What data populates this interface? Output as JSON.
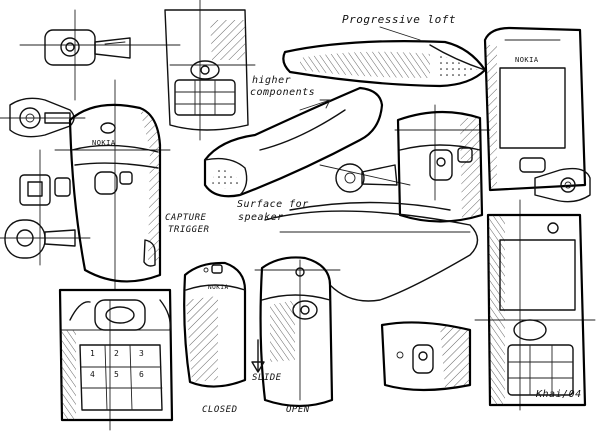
{
  "annotations": {
    "progressive_loft": "Progressive loft",
    "higher_components_1": "higher",
    "higher_components_2": "components",
    "capture_trigger_1": "CAPTURE",
    "capture_trigger_2": "TRIGGER",
    "surface_speaker_1": "Surface for",
    "surface_speaker_2": "speaker",
    "closed": "CLOSED",
    "open": "OPEN",
    "slide": "SLIDE",
    "signature": "Khai/04"
  },
  "brand_marks": {
    "phone_top_right": "NOKIA",
    "phone_left": "NOKIA",
    "small_phone": "NOKIA"
  },
  "keypad": {
    "keys": [
      "1",
      "2",
      "3",
      "4",
      "5",
      "6"
    ]
  },
  "colors": {
    "ink": "#111111",
    "paper": "#ffffff"
  }
}
